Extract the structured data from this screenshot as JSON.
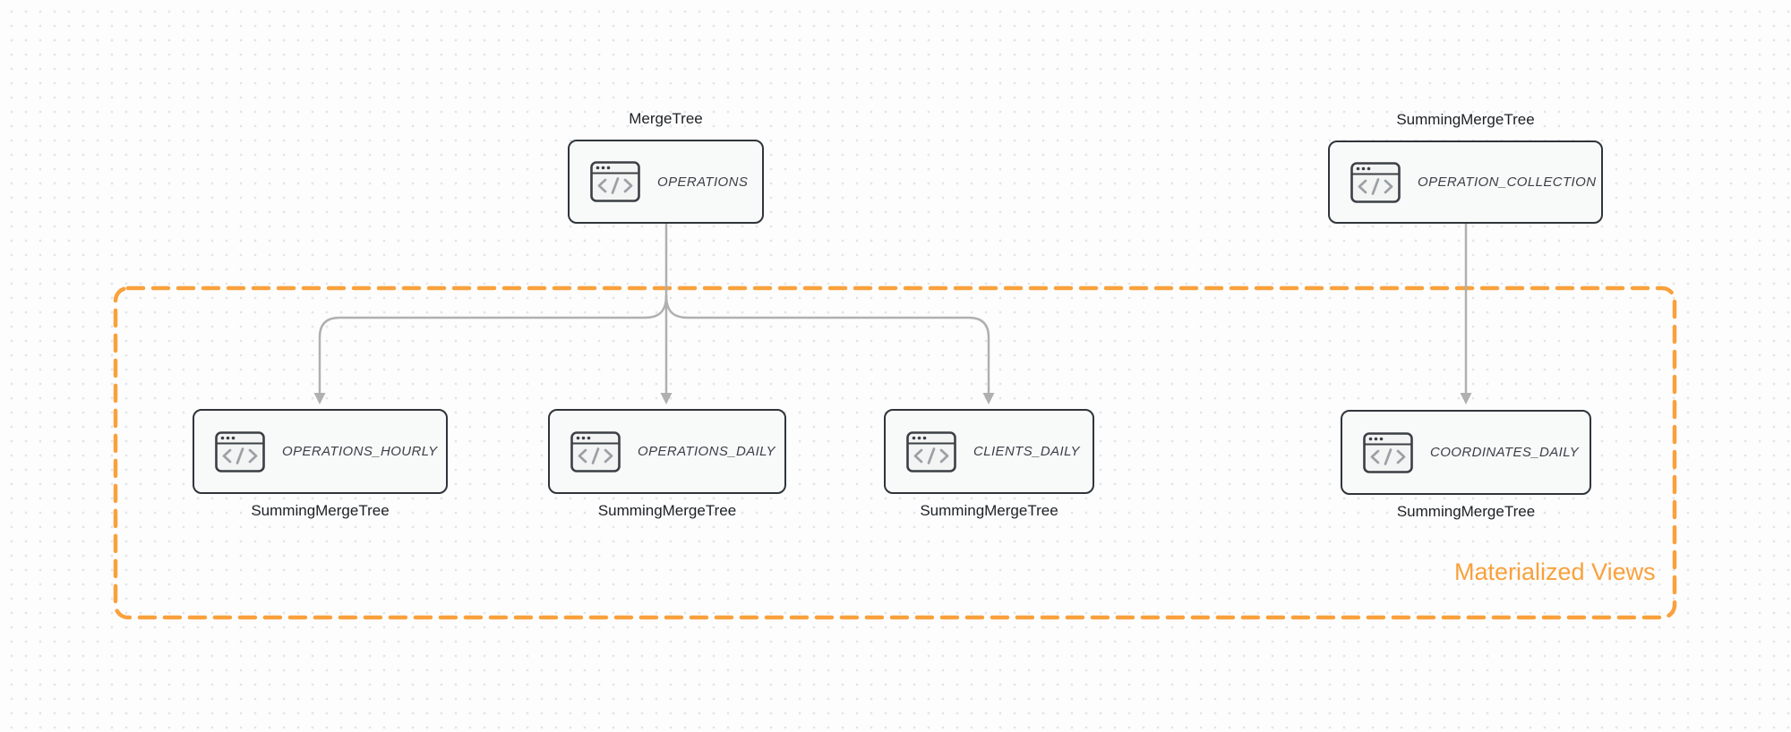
{
  "group": {
    "label": "Materialized Views",
    "border_color": "#F9A13C",
    "label_color": "#F9A13C"
  },
  "nodes": [
    {
      "title": "OPERATIONS",
      "engine": "MergeTree",
      "engine_position": "above",
      "icon": "code-window-icon"
    },
    {
      "title": "OPERATION_COLLECTION",
      "engine": "SummingMergeTree",
      "engine_position": "above",
      "icon": "code-window-icon"
    },
    {
      "title": "OPERATIONS_HOURLY",
      "engine": "SummingMergeTree",
      "engine_position": "below",
      "icon": "code-window-icon"
    },
    {
      "title": "OPERATIONS_DAILY",
      "engine": "SummingMergeTree",
      "engine_position": "below",
      "icon": "code-window-icon"
    },
    {
      "title": "CLIENTS_DAILY",
      "engine": "SummingMergeTree",
      "engine_position": "below",
      "icon": "code-window-icon"
    },
    {
      "title": "COORDINATES_DAILY",
      "engine": "SummingMergeTree",
      "engine_position": "below",
      "icon": "code-window-icon"
    }
  ],
  "edges": [
    {
      "from": "OPERATIONS",
      "to": "OPERATIONS_HOURLY"
    },
    {
      "from": "OPERATIONS",
      "to": "OPERATIONS_DAILY"
    },
    {
      "from": "OPERATIONS",
      "to": "CLIENTS_DAILY"
    },
    {
      "from": "OPERATION_COLLECTION",
      "to": "COORDINATES_DAILY"
    }
  ],
  "colors": {
    "edge": "#B0B0B0",
    "node_border": "#2F353A",
    "node_fill": "#F8F9F9",
    "accent_orange": "#F9A13C"
  }
}
